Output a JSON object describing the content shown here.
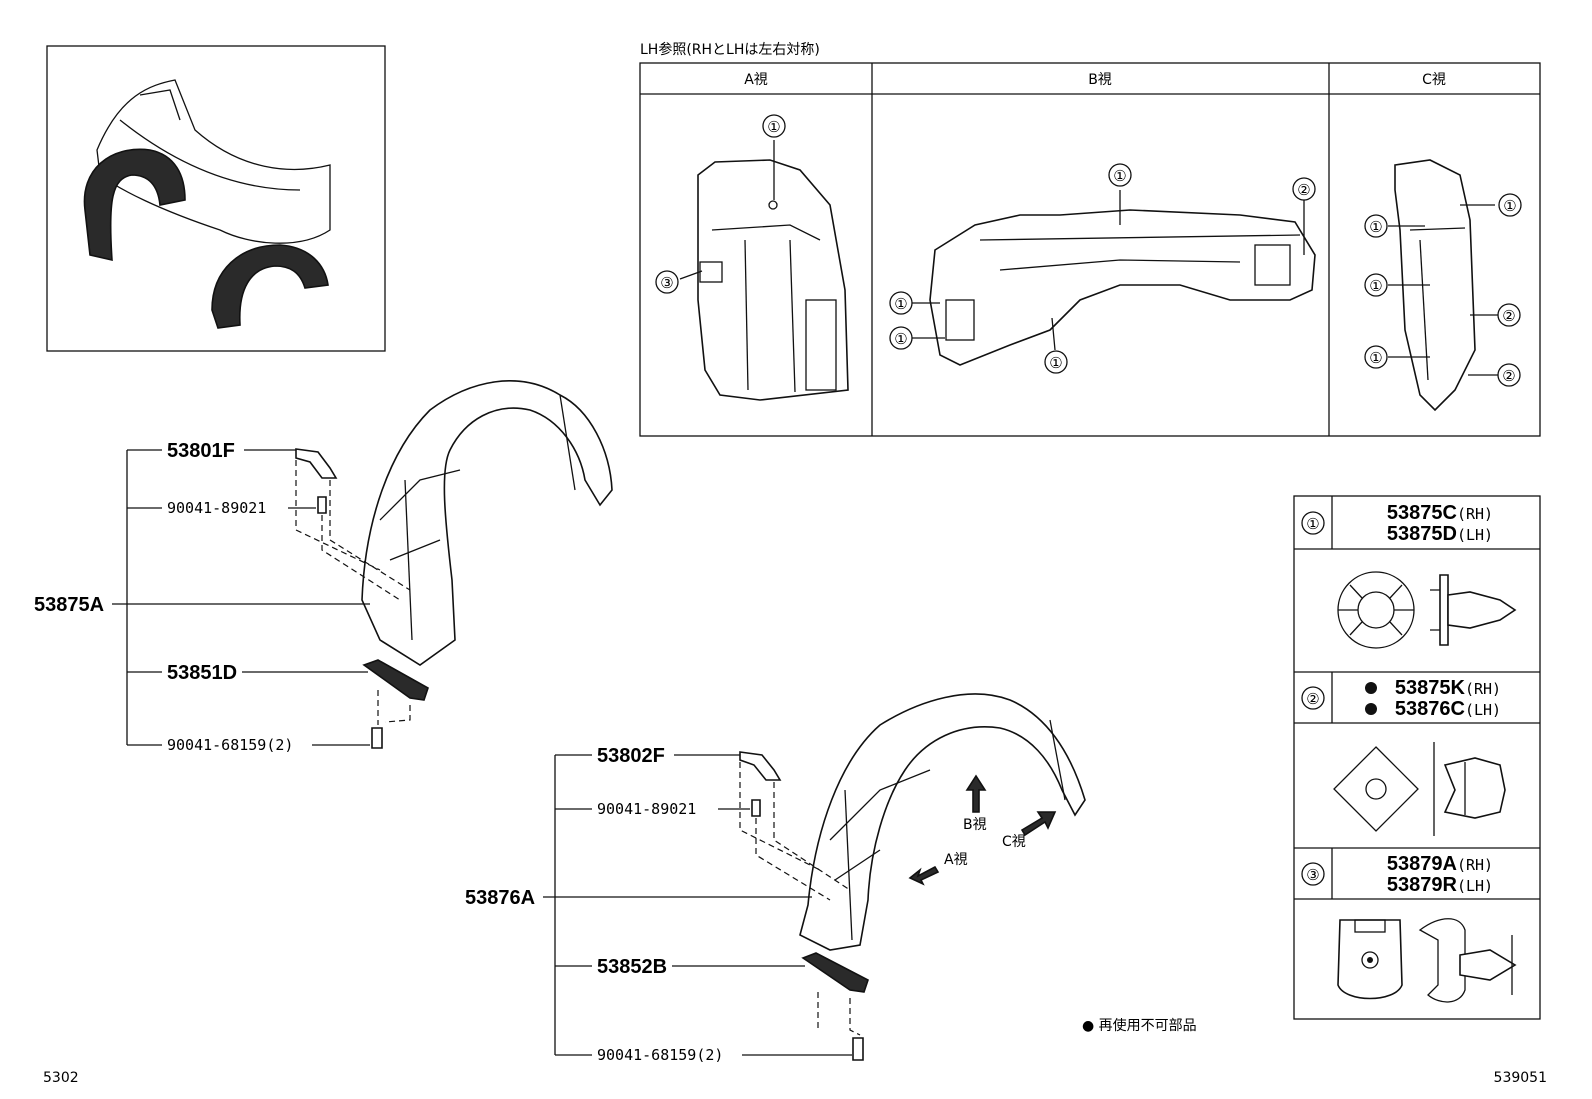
{
  "lh_ref_note": "LH参照(RHとLHは左右対称)",
  "views": {
    "a": "A視",
    "b": "B視",
    "c": "C視"
  },
  "callouts": {
    "one": "①",
    "two": "②",
    "three": "③"
  },
  "rh_group": {
    "main": "53875A",
    "items": [
      "53801F",
      "90041-89021",
      "53851D",
      "90041-68159(2)"
    ]
  },
  "lh_group": {
    "main": "53876A",
    "items": [
      "53802F",
      "90041-89021",
      "53852B",
      "90041-68159(2)"
    ]
  },
  "view_arrows": {
    "b": "B視",
    "c": "C視",
    "a": "A視"
  },
  "legend": [
    {
      "num": "①",
      "rh": "53875C",
      "rh_tag": "(RH)",
      "lh": "53875D",
      "lh_tag": "(LH)",
      "nonreusable": false
    },
    {
      "num": "②",
      "rh": "53875K",
      "rh_tag": "(RH)",
      "lh": "53876C",
      "lh_tag": "(LH)",
      "nonreusable": true
    },
    {
      "num": "③",
      "rh": "53879A",
      "rh_tag": "(RH)",
      "lh": "53879R",
      "lh_tag": "(LH)",
      "nonreusable": false
    }
  ],
  "nonreusable_note": "● 再使用不可部品",
  "page_code_left": "5302",
  "page_code_right": "539051"
}
